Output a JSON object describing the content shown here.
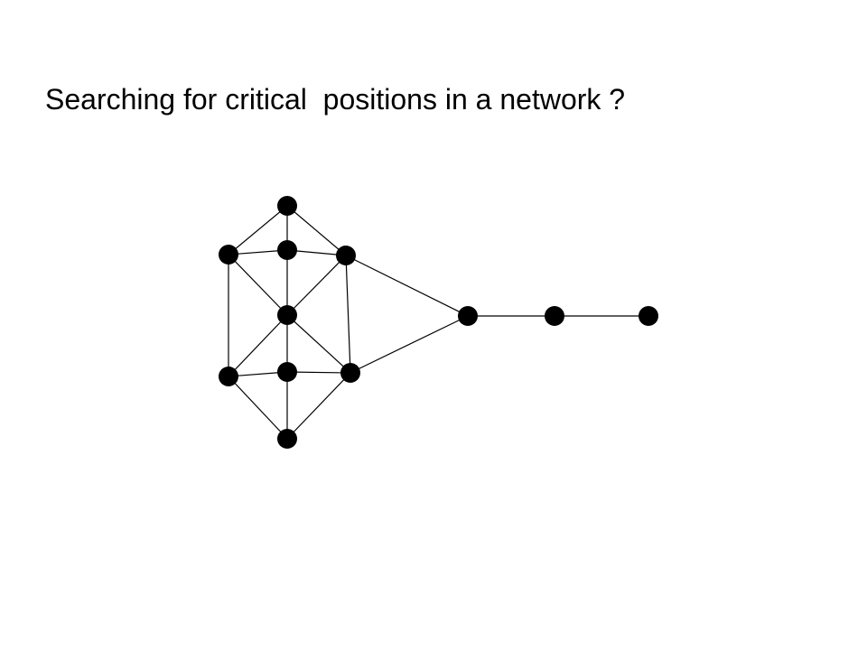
{
  "slide": {
    "title": "Searching for critical  positions in a network ?"
  },
  "colors": {
    "background": "#ffffff",
    "foreground": "#000000"
  },
  "network": {
    "nodes": [
      {
        "id": "top"
      },
      {
        "id": "upper-left"
      },
      {
        "id": "upper-center"
      },
      {
        "id": "upper-right"
      },
      {
        "id": "center"
      },
      {
        "id": "lower-left"
      },
      {
        "id": "lower-center"
      },
      {
        "id": "lower-right"
      },
      {
        "id": "bottom"
      },
      {
        "id": "bridge"
      },
      {
        "id": "chain-middle"
      },
      {
        "id": "chain-end"
      }
    ],
    "edges": [
      [
        "top",
        "upper-left"
      ],
      [
        "top",
        "upper-center"
      ],
      [
        "top",
        "upper-right"
      ],
      [
        "upper-left",
        "upper-center"
      ],
      [
        "upper-center",
        "upper-right"
      ],
      [
        "upper-left",
        "lower-left"
      ],
      [
        "upper-right",
        "lower-right"
      ],
      [
        "upper-left",
        "center"
      ],
      [
        "upper-center",
        "center"
      ],
      [
        "upper-right",
        "center"
      ],
      [
        "center",
        "lower-left"
      ],
      [
        "center",
        "lower-center"
      ],
      [
        "center",
        "lower-right"
      ],
      [
        "lower-left",
        "lower-center"
      ],
      [
        "lower-center",
        "lower-right"
      ],
      [
        "lower-left",
        "bottom"
      ],
      [
        "lower-center",
        "bottom"
      ],
      [
        "lower-right",
        "bottom"
      ],
      [
        "upper-right",
        "bridge"
      ],
      [
        "lower-right",
        "bridge"
      ],
      [
        "bridge",
        "chain-middle"
      ],
      [
        "chain-middle",
        "chain-end"
      ]
    ]
  }
}
